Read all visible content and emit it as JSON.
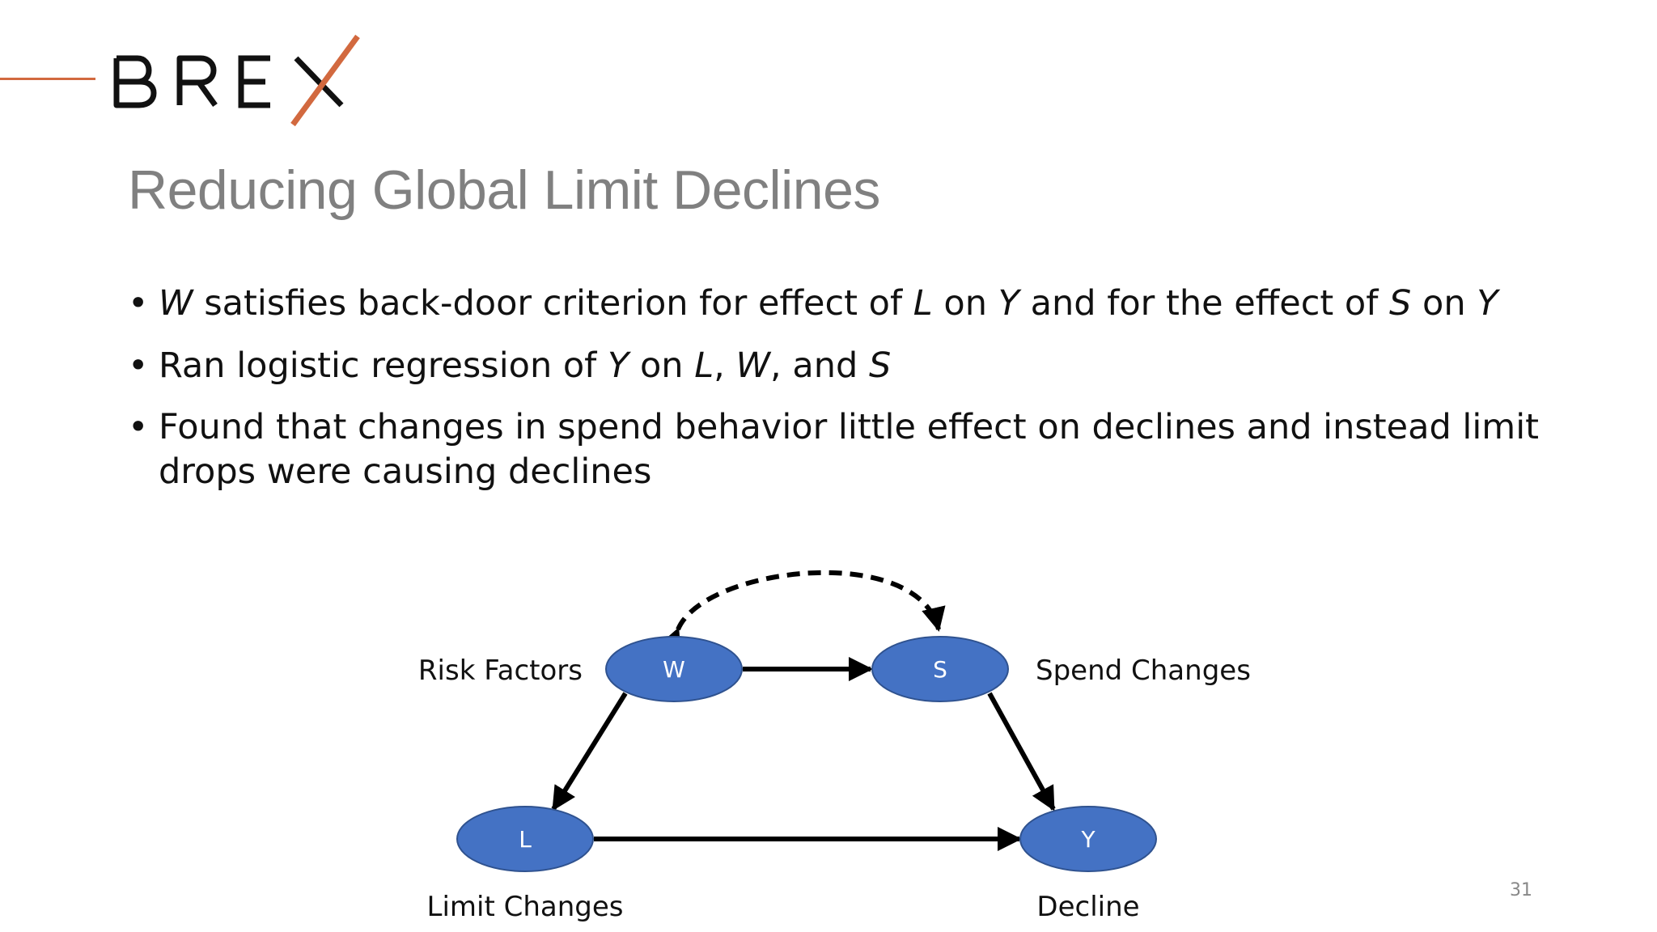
{
  "logo": {
    "text": "BREX",
    "accent_color": "#d2693f"
  },
  "title": "Reducing Global Limit Declines",
  "bullets": [
    {
      "symbol": "•",
      "parts": [
        {
          "t": "W",
          "italic": true
        },
        {
          "t": " satisfies back-door criterion for effect of "
        },
        {
          "t": "L",
          "italic": true
        },
        {
          "t": " on "
        },
        {
          "t": "Y",
          "italic": true
        },
        {
          "t": " and for the effect of "
        },
        {
          "t": "S",
          "italic": true
        },
        {
          "t": " on "
        },
        {
          "t": "Y",
          "italic": true
        }
      ]
    },
    {
      "symbol": "•",
      "parts": [
        {
          "t": "Ran logistic regression of "
        },
        {
          "t": "Y",
          "italic": true
        },
        {
          "t": " on "
        },
        {
          "t": "L",
          "italic": true
        },
        {
          "t": ", "
        },
        {
          "t": "W",
          "italic": true
        },
        {
          "t": ", and "
        },
        {
          "t": "S",
          "italic": true
        }
      ]
    },
    {
      "symbol": "•",
      "line1": "Found that changes in spend behavior little effect on declines and instead limit",
      "line2": "drops were causing declines"
    }
  ],
  "diagram": {
    "node_color": "#4472c4",
    "nodes": [
      {
        "id": "W",
        "label": "W",
        "side_label": "Risk Factors"
      },
      {
        "id": "S",
        "label": "S",
        "side_label": "Spend Changes"
      },
      {
        "id": "L",
        "label": "L",
        "side_label": "Limit Changes"
      },
      {
        "id": "Y",
        "label": "Y",
        "side_label": "Decline"
      }
    ],
    "edges": [
      {
        "from": "W",
        "to": "S",
        "style": "solid"
      },
      {
        "from": "W",
        "to": "L",
        "style": "solid"
      },
      {
        "from": "S",
        "to": "Y",
        "style": "solid"
      },
      {
        "from": "L",
        "to": "Y",
        "style": "solid"
      },
      {
        "from": "W",
        "to": "S",
        "style": "dashed-bidirected"
      }
    ]
  },
  "page_number": "31"
}
